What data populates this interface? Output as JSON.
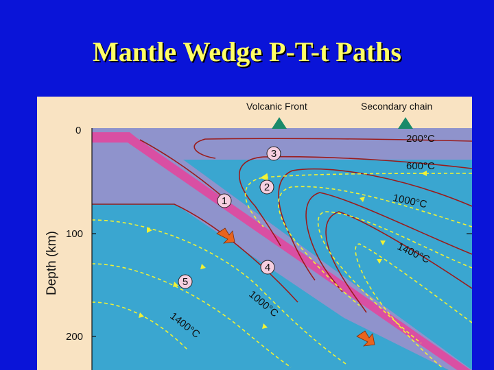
{
  "title": "Mantle Wedge P-T-t Paths",
  "labels": {
    "volcanic_front": "Volcanic Front",
    "secondary_chain": "Secondary chain",
    "depth_axis": "Depth (km)",
    "tick_0": "0",
    "tick_100": "100",
    "tick_200": "200",
    "iso_200_right": "200°C",
    "iso_600_right": "600°C",
    "iso_1000_right": "1000°C",
    "iso_1400_right": "1400°C",
    "iso_1000_slab": "1000°C",
    "iso_1400_slab": "1400°C"
  },
  "path_markers": [
    "1",
    "2",
    "3",
    "4",
    "5"
  ],
  "colors": {
    "background": "#0a14d8",
    "title": "#ffff66",
    "panel": "#f9e3c2",
    "crust": "#8f93cc",
    "mantle": "#3aa6d0",
    "slab": "#d94fa3",
    "isotherm": "#9a1c1c",
    "flowline": "#f2f233",
    "volcano": "#1a8a6a",
    "arrow": "#e8641e"
  }
}
